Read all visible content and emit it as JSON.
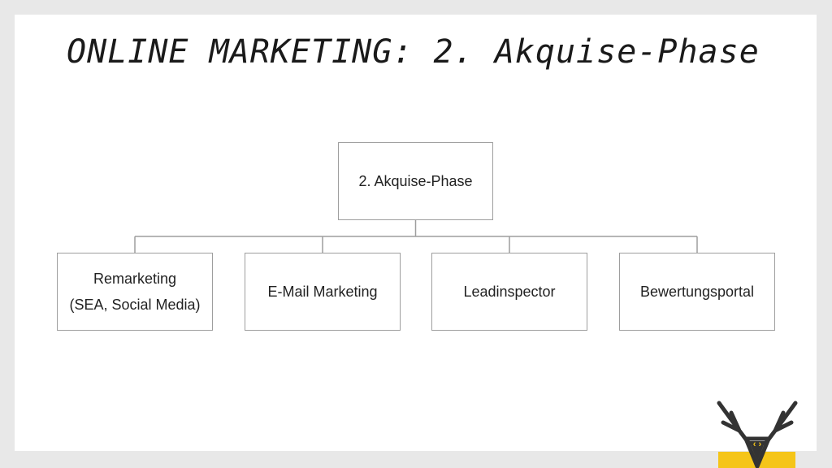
{
  "slide": {
    "title": "ONLINE MARKETING: 2. Akquise-Phase"
  },
  "diagram": {
    "root": {
      "label": "2. Akquise-Phase"
    },
    "children": [
      {
        "line1": "Remarketing",
        "line2": "(SEA, Social Media)"
      },
      {
        "line1": "E-Mail Marketing"
      },
      {
        "line1": "Leadinspector"
      },
      {
        "line1": "Bewertungsportal"
      }
    ]
  },
  "logo": {
    "icon": "deer-antlers-logo",
    "accent_color": "#f5c518",
    "line_color": "#333333"
  },
  "colors": {
    "background": "#e8e8e8",
    "slide": "#ffffff",
    "box_border": "#9e9e9e",
    "connector": "#9e9e9e"
  }
}
